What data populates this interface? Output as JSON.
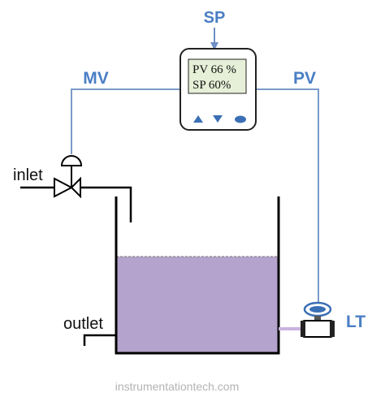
{
  "labels": {
    "sp": "SP",
    "mv": "MV",
    "pv": "PV",
    "lt": "LT",
    "inlet": "inlet",
    "outlet": "outlet"
  },
  "controller": {
    "line1": "PV  66 %",
    "line2": "SP   60%",
    "buttons": [
      "up-triangle",
      "down-triangle",
      "oval"
    ]
  },
  "tank": {
    "liquid_level_percent": 66
  },
  "watermark": "instrumentationtech.com",
  "colors": {
    "signal_line": "#7b9ac9",
    "label_blue": "#4a7ec4",
    "lcd": "#e6efd7",
    "liquid": "#b4a3cc",
    "instrument_blue": "#3a6fb5"
  }
}
